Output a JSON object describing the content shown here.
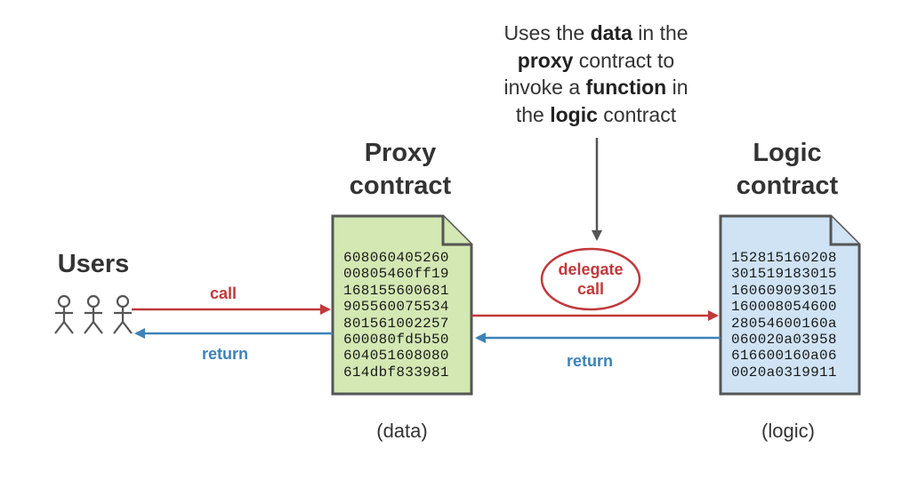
{
  "note": {
    "t1": "Uses the ",
    "b1": "data",
    "t2": " in the",
    "b2": "proxy",
    "t3": " contract to",
    "t4": "invoke a ",
    "b3": "function",
    "t5": " in",
    "t6": "the ",
    "b4": "logic",
    "t7": " contract"
  },
  "proxy": {
    "title_line1": "Proxy",
    "title_line2": "contract",
    "code": [
      "608060405260",
      "00805460ff19",
      "168155600681",
      "905560075534",
      "801561002257",
      "600080fd5b50",
      "604051608080",
      "614dbf833981"
    ],
    "caption": "(data)",
    "fill": "#d3e8b3"
  },
  "logic": {
    "title_line1": "Logic",
    "title_line2": "contract",
    "code": [
      "152815160208",
      "301519183015",
      "160609093015",
      "160008054600",
      "28054600160a",
      "060020a03958",
      "616600160a06",
      "0020a0319911"
    ],
    "caption": "(logic)",
    "fill": "#cfe3f4"
  },
  "users": {
    "label": "Users"
  },
  "arrows": {
    "call": "call",
    "return_left": "return",
    "delegate_line1": "delegate",
    "delegate_line2": "call",
    "return_right": "return"
  },
  "colors": {
    "red": "#c0393b",
    "blue": "#3d82b8",
    "gray": "#555555"
  }
}
